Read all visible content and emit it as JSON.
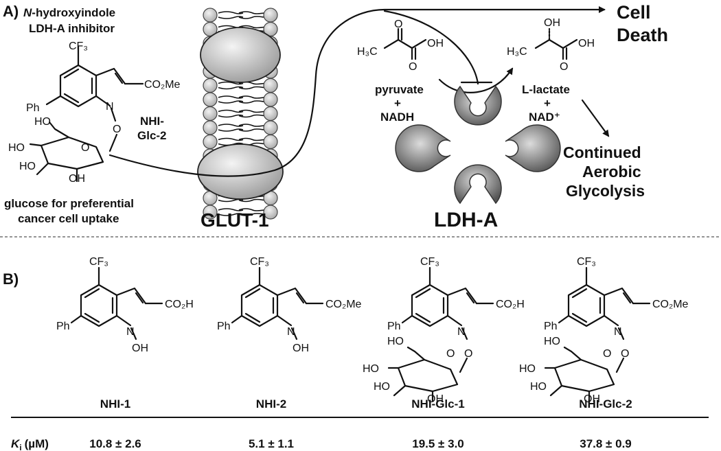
{
  "panel_a": {
    "label": "A)",
    "inhibitor_title_italic": "N",
    "inhibitor_title_rest": "-hydroxyindole",
    "inhibitor_subtitle": "LDH-A inhibitor",
    "compound_label_line1": "NHI-",
    "compound_label_line2": "Glc-2",
    "glucose_caption_line1": "glucose for preferential",
    "glucose_caption_line2": "cancer cell uptake",
    "transporter_label": "GLUT-1",
    "enzyme_label": "LDH-A",
    "cell_death_line1": "Cell",
    "cell_death_line2": "Death",
    "substrate_line1": "pyruvate",
    "substrate_line2": "+",
    "substrate_line3": "NADH",
    "product_line1": "L-lactate",
    "product_line2": "+",
    "product_line3": "NAD⁺",
    "outcome_line1": "Continued",
    "outcome_line2": "Aerobic",
    "outcome_line3": "Glycolysis"
  },
  "panel_b": {
    "label": "B)",
    "ki_label_symbol": "K",
    "ki_label_sub": "i",
    "ki_label_unit": "(µM)",
    "compounds": [
      {
        "name": "NHI-1",
        "ki": "10.8 ± 2.6",
        "ester": "CO₂H"
      },
      {
        "name": "NHI-2",
        "ki": "5.1 ± 1.1",
        "ester": "CO₂Me"
      },
      {
        "name": "NHI-Glc-1",
        "ki": "19.5 ± 3.0",
        "ester": "CO₂H"
      },
      {
        "name": "NHI-Glc-2",
        "ki": "37.8 ± 0.9",
        "ester": "CO₂Me"
      }
    ]
  },
  "atoms": {
    "cf3": "CF₃",
    "ph": "Ph",
    "n": "N",
    "o": "O",
    "oh": "OH",
    "ho": "HO",
    "h3c": "H₃C",
    "co2me": "CO₂Me"
  }
}
